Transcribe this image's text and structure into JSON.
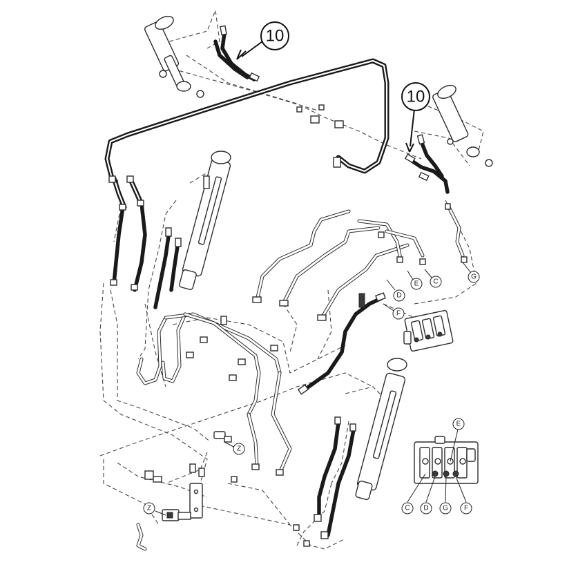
{
  "callouts": {
    "ten_top": "10",
    "ten_right": "10",
    "c_upper": "C",
    "d_upper": "D",
    "e_upper": "E",
    "f_upper": "F",
    "g_upper": "G",
    "z_mid": "Z",
    "z_low": "Z",
    "e_inset": "E",
    "c_inset": "C",
    "d_inset": "D",
    "g_inset": "G",
    "f_inset": "F"
  }
}
